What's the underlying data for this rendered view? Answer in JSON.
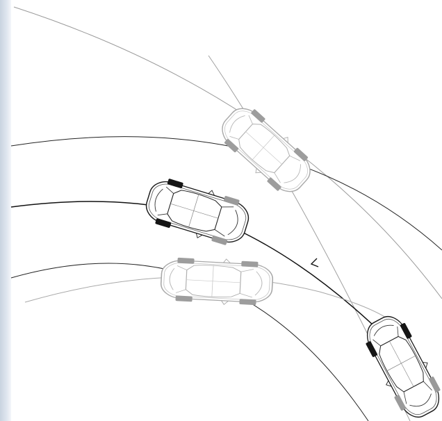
{
  "diagram": {
    "description_free": true,
    "colors": {
      "background": "#ffffff",
      "edge_strip": "#d3dbe7",
      "path_dark": "#111111",
      "path_light": "#9a9a9a",
      "car_outline_dark": "#1a1a1a",
      "car_outline_light": "#a8a8a8",
      "tire_dark": "#151515",
      "tire_light": "#9d9d9d"
    },
    "icons": {
      "direction_arrow": "chevron-left-icon",
      "car": "car-topview-icon"
    },
    "cars": [
      {
        "id": "upper-right",
        "style": "ghost"
      },
      {
        "id": "middle",
        "style": "solid"
      },
      {
        "id": "lower-left",
        "style": "ghost"
      },
      {
        "id": "bottom-right",
        "style": "solid"
      }
    ]
  }
}
